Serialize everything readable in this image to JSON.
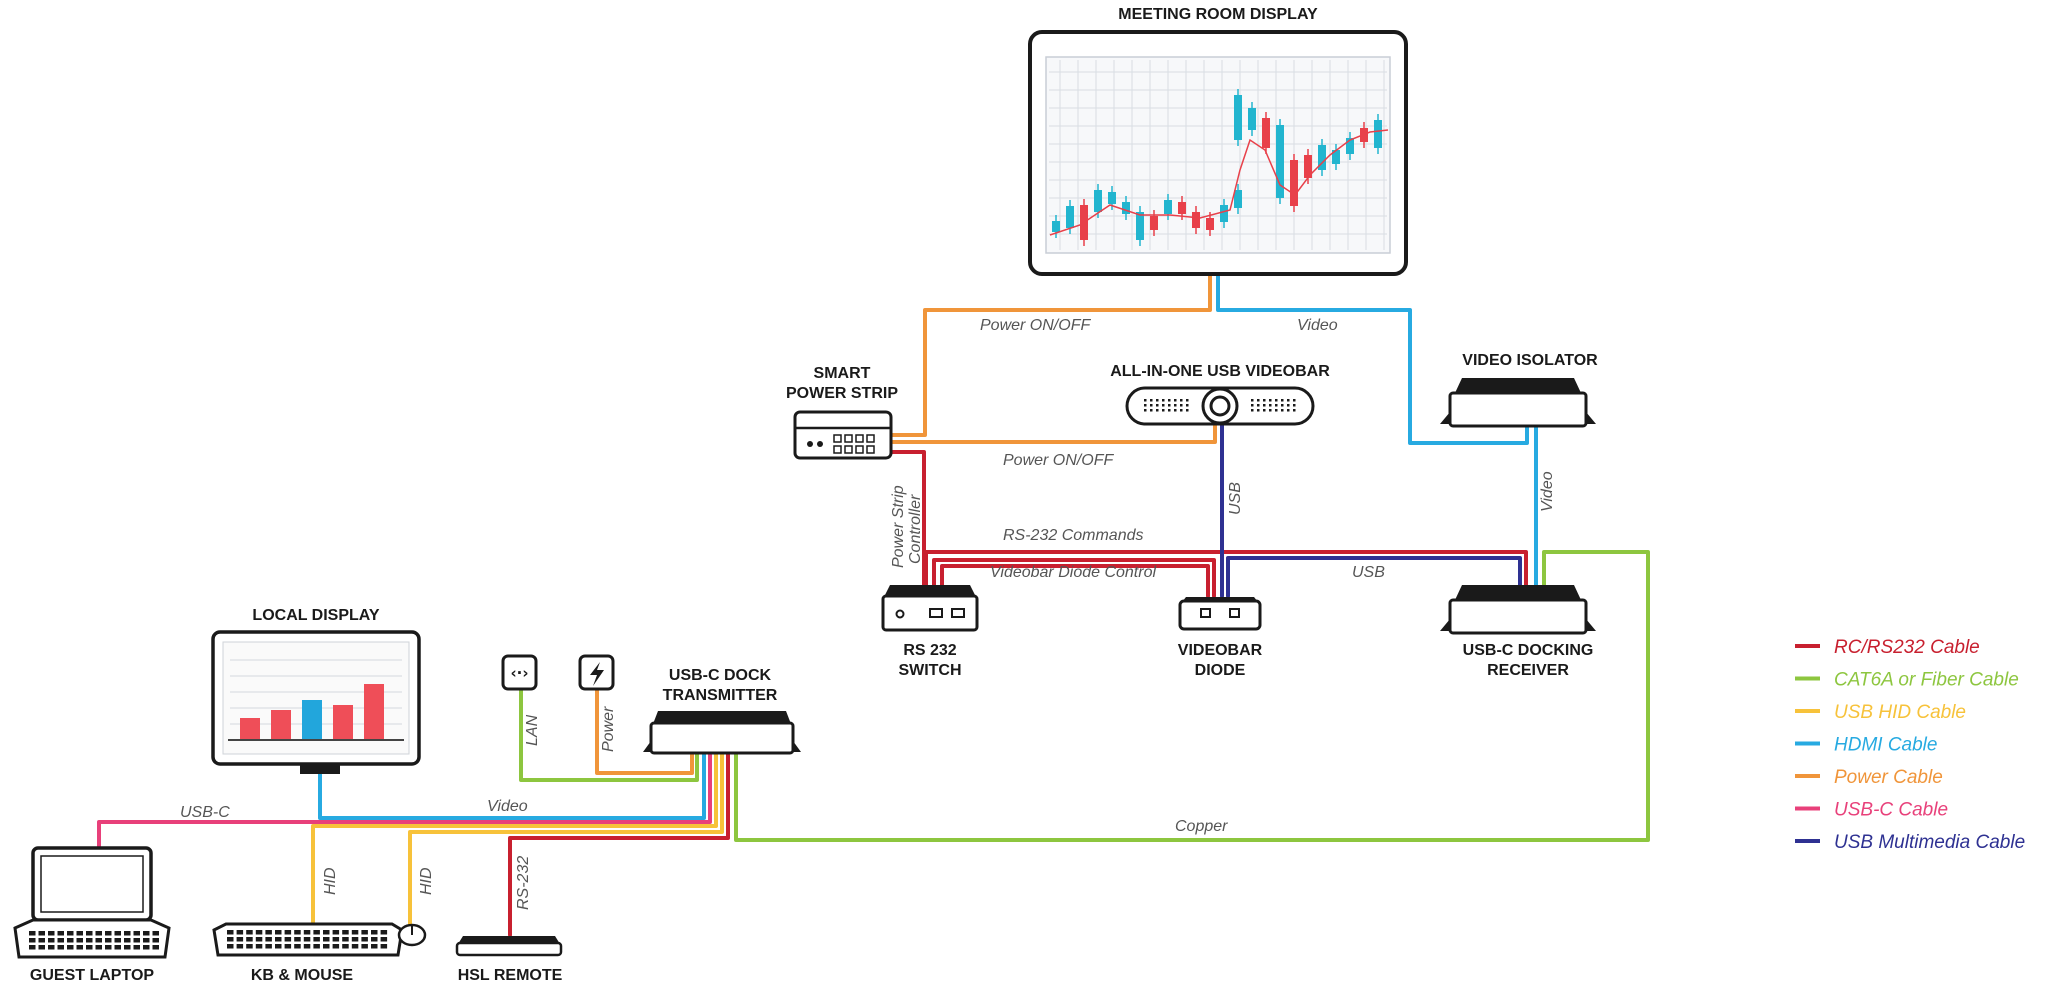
{
  "devices": {
    "meeting_room_display": "MEETING ROOM DISPLAY",
    "smart_power_strip": [
      "SMART",
      "POWER STRIP"
    ],
    "videobar": "ALL-IN-ONE USB VIDEOBAR",
    "video_isolator": "VIDEO ISOLATOR",
    "rs232_switch": [
      "RS 232",
      "SWITCH"
    ],
    "videobar_diode": [
      "VIDEOBAR",
      "DIODE"
    ],
    "docking_receiver": [
      "USB-C DOCKING",
      "RECEIVER"
    ],
    "local_display": "LOCAL DISPLAY",
    "dock_transmitter": [
      "USB-C DOCK",
      "TRANSMITTER"
    ],
    "guest_laptop": "GUEST LAPTOP",
    "kb_mouse": "KB & MOUSE",
    "hsl_remote": "HSL REMOTE"
  },
  "cables": {
    "power_on_off_top": "Power ON/OFF",
    "video_top": "Video",
    "power_on_off_mid": "Power ON/OFF",
    "usb_vertical": "USB",
    "power_strip_controller": [
      "Power Strip",
      "Controller"
    ],
    "rs232_commands": "RS-232 Commands",
    "videobar_diode_control": "Videobar Diode Control",
    "usb_horizontal": "USB",
    "video_isolator": "Video",
    "lan": "LAN",
    "power": "Power",
    "usbc": "USB-C",
    "video_local": "Video",
    "copper": "Copper",
    "hid_kb": "HID",
    "hid_mouse": "HID",
    "rs232_remote": "RS-232"
  },
  "legend": [
    {
      "label": "RC/RS232 Cable",
      "color": "#c8202f"
    },
    {
      "label": "CAT6A or Fiber Cable",
      "color": "#8dc63f"
    },
    {
      "label": "USB HID Cable",
      "color": "#f7c23a"
    },
    {
      "label": "HDMI Cable",
      "color": "#27aae1"
    },
    {
      "label": "Power Cable",
      "color": "#f0953a"
    },
    {
      "label": "USB-C Cable",
      "color": "#e8407a"
    },
    {
      "label": "USB Multimedia Cable",
      "color": "#2e3192"
    }
  ],
  "icons": {
    "lan": "lan-icon",
    "power": "power-icon"
  }
}
